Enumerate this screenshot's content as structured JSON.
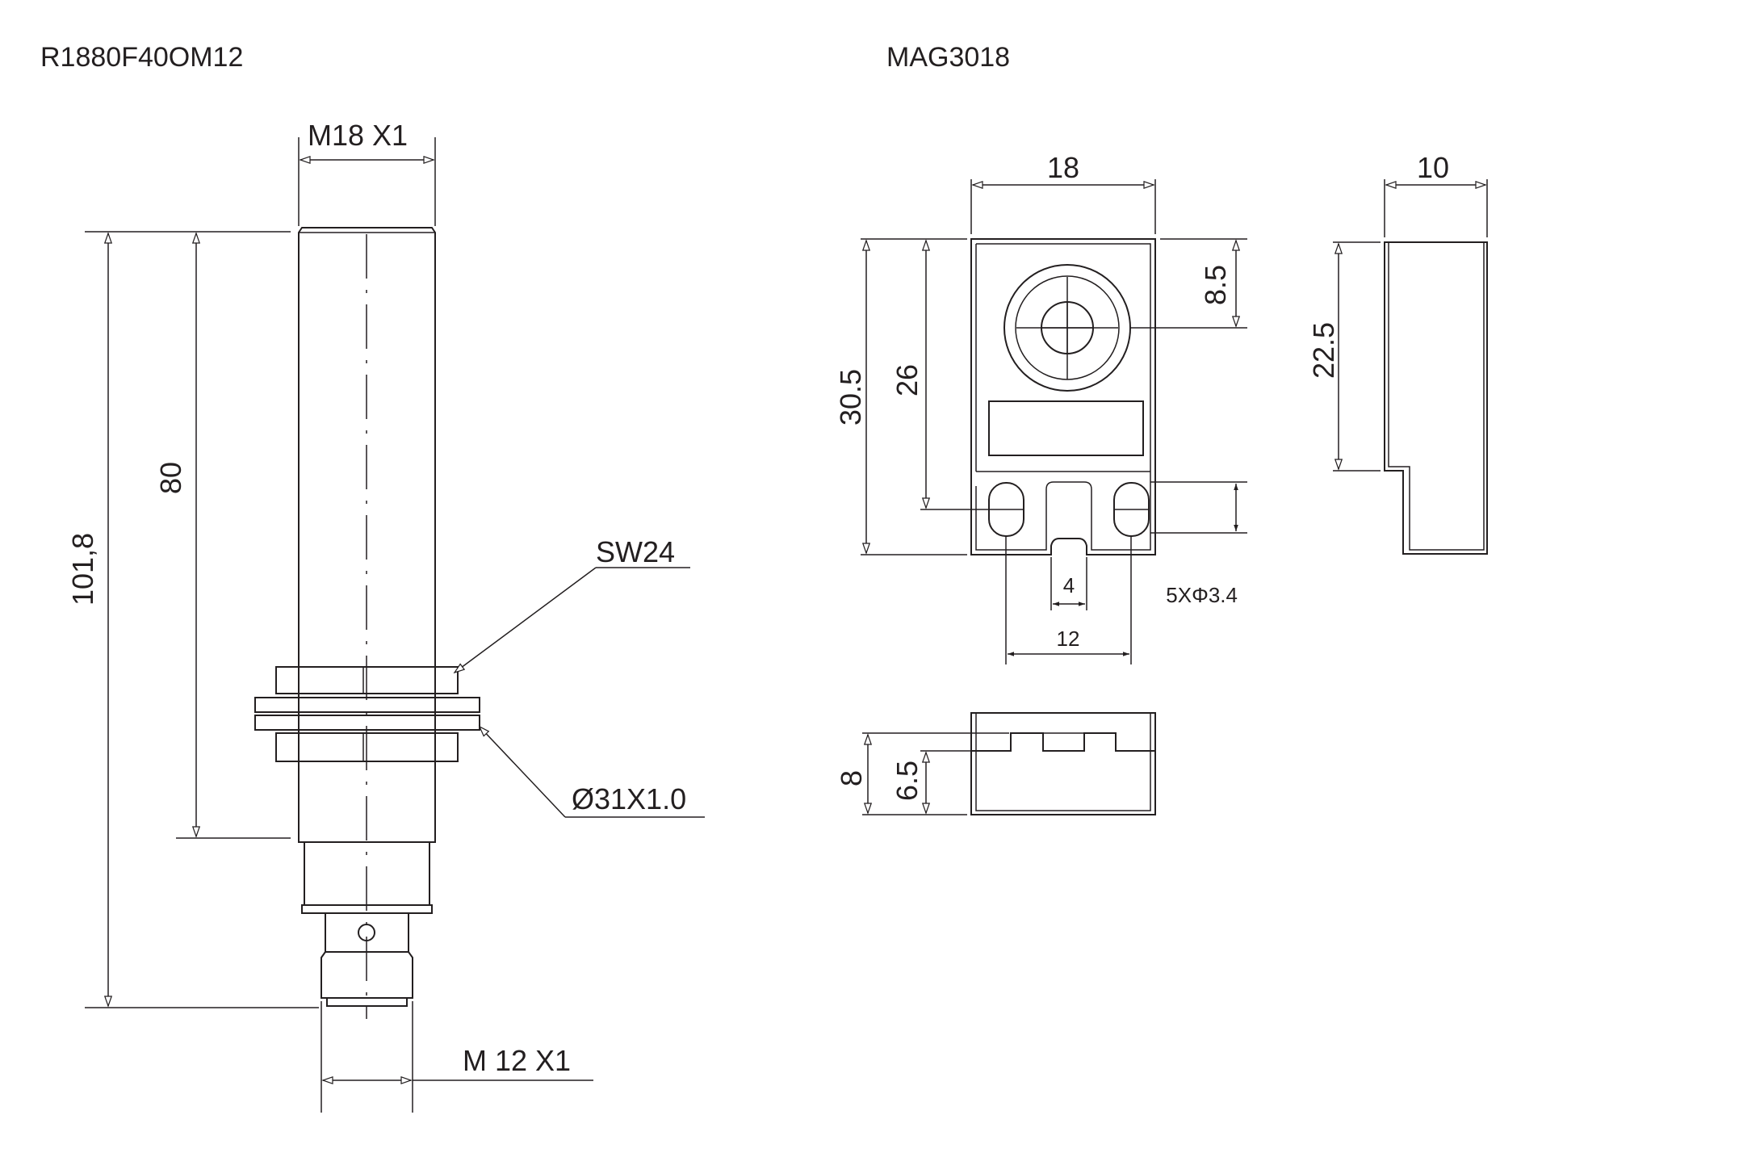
{
  "left_part": {
    "model": "R1880F40OM12",
    "thread_top": "M18 X1",
    "overall_length": "101,8",
    "body_length": "80",
    "nut": "SW24",
    "washer": "Ø31X1.0",
    "thread_bottom": "M 12 X1"
  },
  "right_part": {
    "model": "MAG3018",
    "width": "18",
    "depth": "10",
    "height": "30.5",
    "hole_height": "26",
    "center_offset": "8.5",
    "side_height": "22.5",
    "slot_gap": "4",
    "hole_spacing": "12",
    "holes": "5XΦ3.4",
    "bottom_height": "8",
    "bottom_step": "6.5"
  },
  "colors": {
    "line": "#231f20",
    "background": "#ffffff"
  }
}
